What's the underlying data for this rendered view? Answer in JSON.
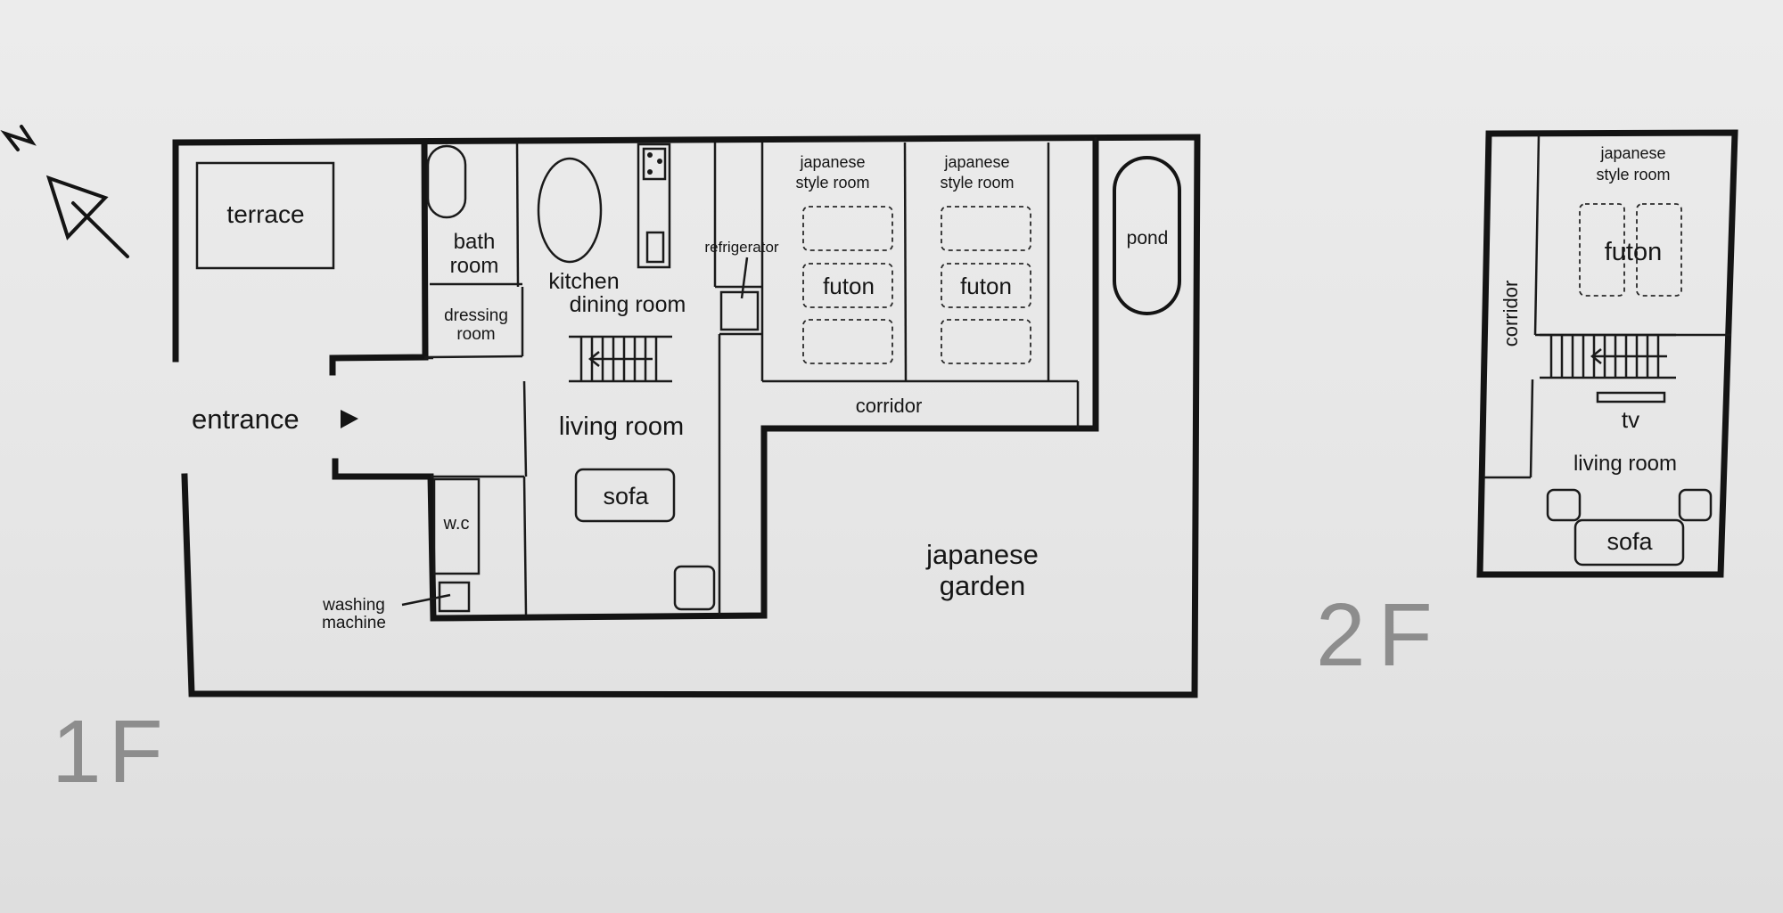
{
  "floor_1": {
    "label": "1F",
    "terrace": "terrace",
    "bath_room_line1": "bath",
    "bath_room_line2": "room",
    "dressing_room_line1": "dressing",
    "dressing_room_line2": "room",
    "kitchen_line1": "kitchen",
    "kitchen_line2": "dining room",
    "refrigerator": "refrigerator",
    "japanese_room_a_line1": "japanese",
    "japanese_room_a_line2": "style room",
    "japanese_room_b_line1": "japanese",
    "japanese_room_b_line2": "style room",
    "futon_a": "futon",
    "futon_b": "futon",
    "pond": "pond",
    "entrance": "entrance",
    "living_room": "living room",
    "corridor": "corridor",
    "sofa": "sofa",
    "wc": "w.c",
    "washing_machine_line1": "washing",
    "washing_machine_line2": "machine",
    "garden_line1": "japanese",
    "garden_line2": "garden"
  },
  "floor_2": {
    "label": "2F",
    "japanese_room_line1": "japanese",
    "japanese_room_line2": "style room",
    "futon": "futon",
    "corridor": "corridor",
    "tv": "tv",
    "living_room": "living room",
    "sofa": "sofa"
  },
  "colors": {
    "wall": "#141414",
    "background": "#e8e8e8",
    "floor_label": "#8d8d8d"
  },
  "icons": {
    "north_arrow": "north-arrow-icon",
    "entrance_arrow": "triangle-right-icon"
  }
}
